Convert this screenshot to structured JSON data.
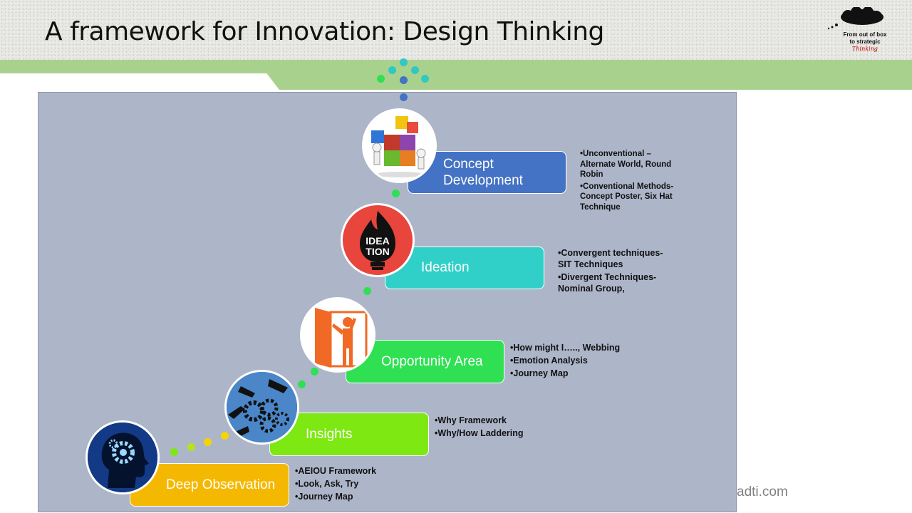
{
  "title": "A framework for Innovation: Design Thinking",
  "brand": {
    "line1": "From out of box",
    "line2": "to strategic",
    "line3": "Thinking"
  },
  "footer": "adti.com",
  "icon_circles": [
    {
      "name": "puzzle-people-icon"
    },
    {
      "name": "ideation-bulb-icon"
    },
    {
      "name": "door-person-icon"
    },
    {
      "name": "hands-gears-icon"
    },
    {
      "name": "head-gear-icon"
    }
  ],
  "stages": [
    {
      "label": "Concept Development",
      "color": "#4472c4",
      "notes": [
        "•Unconventional – Alternate World, Round Robin",
        "•Conventional Methods- Concept Poster, Six Hat Technique"
      ]
    },
    {
      "label": "Ideation",
      "color": "#30d0c8",
      "notes": [
        "•Convergent techniques- SIT Techniques",
        "•Divergent Techniques- Nominal Group,"
      ]
    },
    {
      "label": "Opportunity Area",
      "color": "#2ee052",
      "notes": [
        "•How might I….., Webbing",
        "•Emotion Analysis",
        "•Journey Map"
      ]
    },
    {
      "label": "Insights",
      "color": "#7de812",
      "notes": [
        "•Why Framework",
        "•Why/How Laddering"
      ]
    },
    {
      "label": "Deep Observation",
      "color": "#f5b800",
      "notes": [
        "•AEIOU Framework",
        "•Look, Ask, Try",
        "•Journey Map"
      ]
    }
  ],
  "dot_colors": {
    "blue": "#4472c4",
    "teal": "#30c8c0",
    "green": "#2ee052",
    "lime": "#7de812",
    "yellow": "#f5d400"
  }
}
